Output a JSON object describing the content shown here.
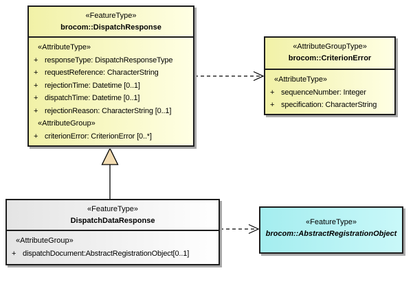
{
  "diagram_title": "brocom DispatchResponse UML class diagram",
  "colors": {
    "yellow_left": "#f1f1a7",
    "yellow_right": "#ffffe4",
    "gray_left": "#e4e4e4",
    "gray_right": "#ffffff",
    "cyan_left": "#a4edef",
    "cyan_right": "#c9f8f9",
    "shadow": "#a9a9a9",
    "triangle_fill": "#f2dcb2",
    "line": "#000000"
  },
  "boxes": {
    "dispatchResponse": {
      "stereotype": "«FeatureType»",
      "name": "brocom::DispatchResponse",
      "attrTypeLabel": "«AttributeType»",
      "attributes": [
        {
          "vis": "+",
          "text": "responseType: DispatchResponseType"
        },
        {
          "vis": "+",
          "text": "requestReference: CharacterString"
        },
        {
          "vis": "+",
          "text": "rejectionTime: Datetime [0..1]"
        },
        {
          "vis": "+",
          "text": "dispatchTime: Datetime [0..1]"
        },
        {
          "vis": "+",
          "text": "rejectionReason: CharacterString [0..1]"
        }
      ],
      "attrGroupLabel": "«AttributeGroup»",
      "groupAttributes": [
        {
          "vis": "+",
          "text": "criterionError: CriterionError [0..*]"
        }
      ]
    },
    "criterionError": {
      "stereotype": "«AttributeGroupType»",
      "name": "brocom::CriterionError",
      "attrTypeLabel": "«AttributeType»",
      "attributes": [
        {
          "vis": "+",
          "text": "sequenceNumber: Integer"
        },
        {
          "vis": "+",
          "text": "specification: CharacterString"
        }
      ]
    },
    "dispatchDataResponse": {
      "stereotype": "«FeatureType»",
      "name": "DispatchDataResponse",
      "attrGroupLabel": "«AttributeGroup»",
      "groupAttributes": [
        {
          "vis": "+",
          "text": "dispatchDocument:AbstractRegistrationObject[0..1]"
        }
      ]
    },
    "abstractRegistrationObject": {
      "stereotype": "«FeatureType»",
      "name": "brocom::AbstractRegistrationObject"
    }
  },
  "connectors": [
    {
      "type": "generalization",
      "from": "DispatchDataResponse",
      "to": "brocom::DispatchResponse"
    },
    {
      "type": "dashed-dependency",
      "from": "brocom::DispatchResponse",
      "to": "brocom::CriterionError"
    },
    {
      "type": "dashed-dependency",
      "from": "DispatchDataResponse",
      "to": "brocom::AbstractRegistrationObject"
    }
  ]
}
